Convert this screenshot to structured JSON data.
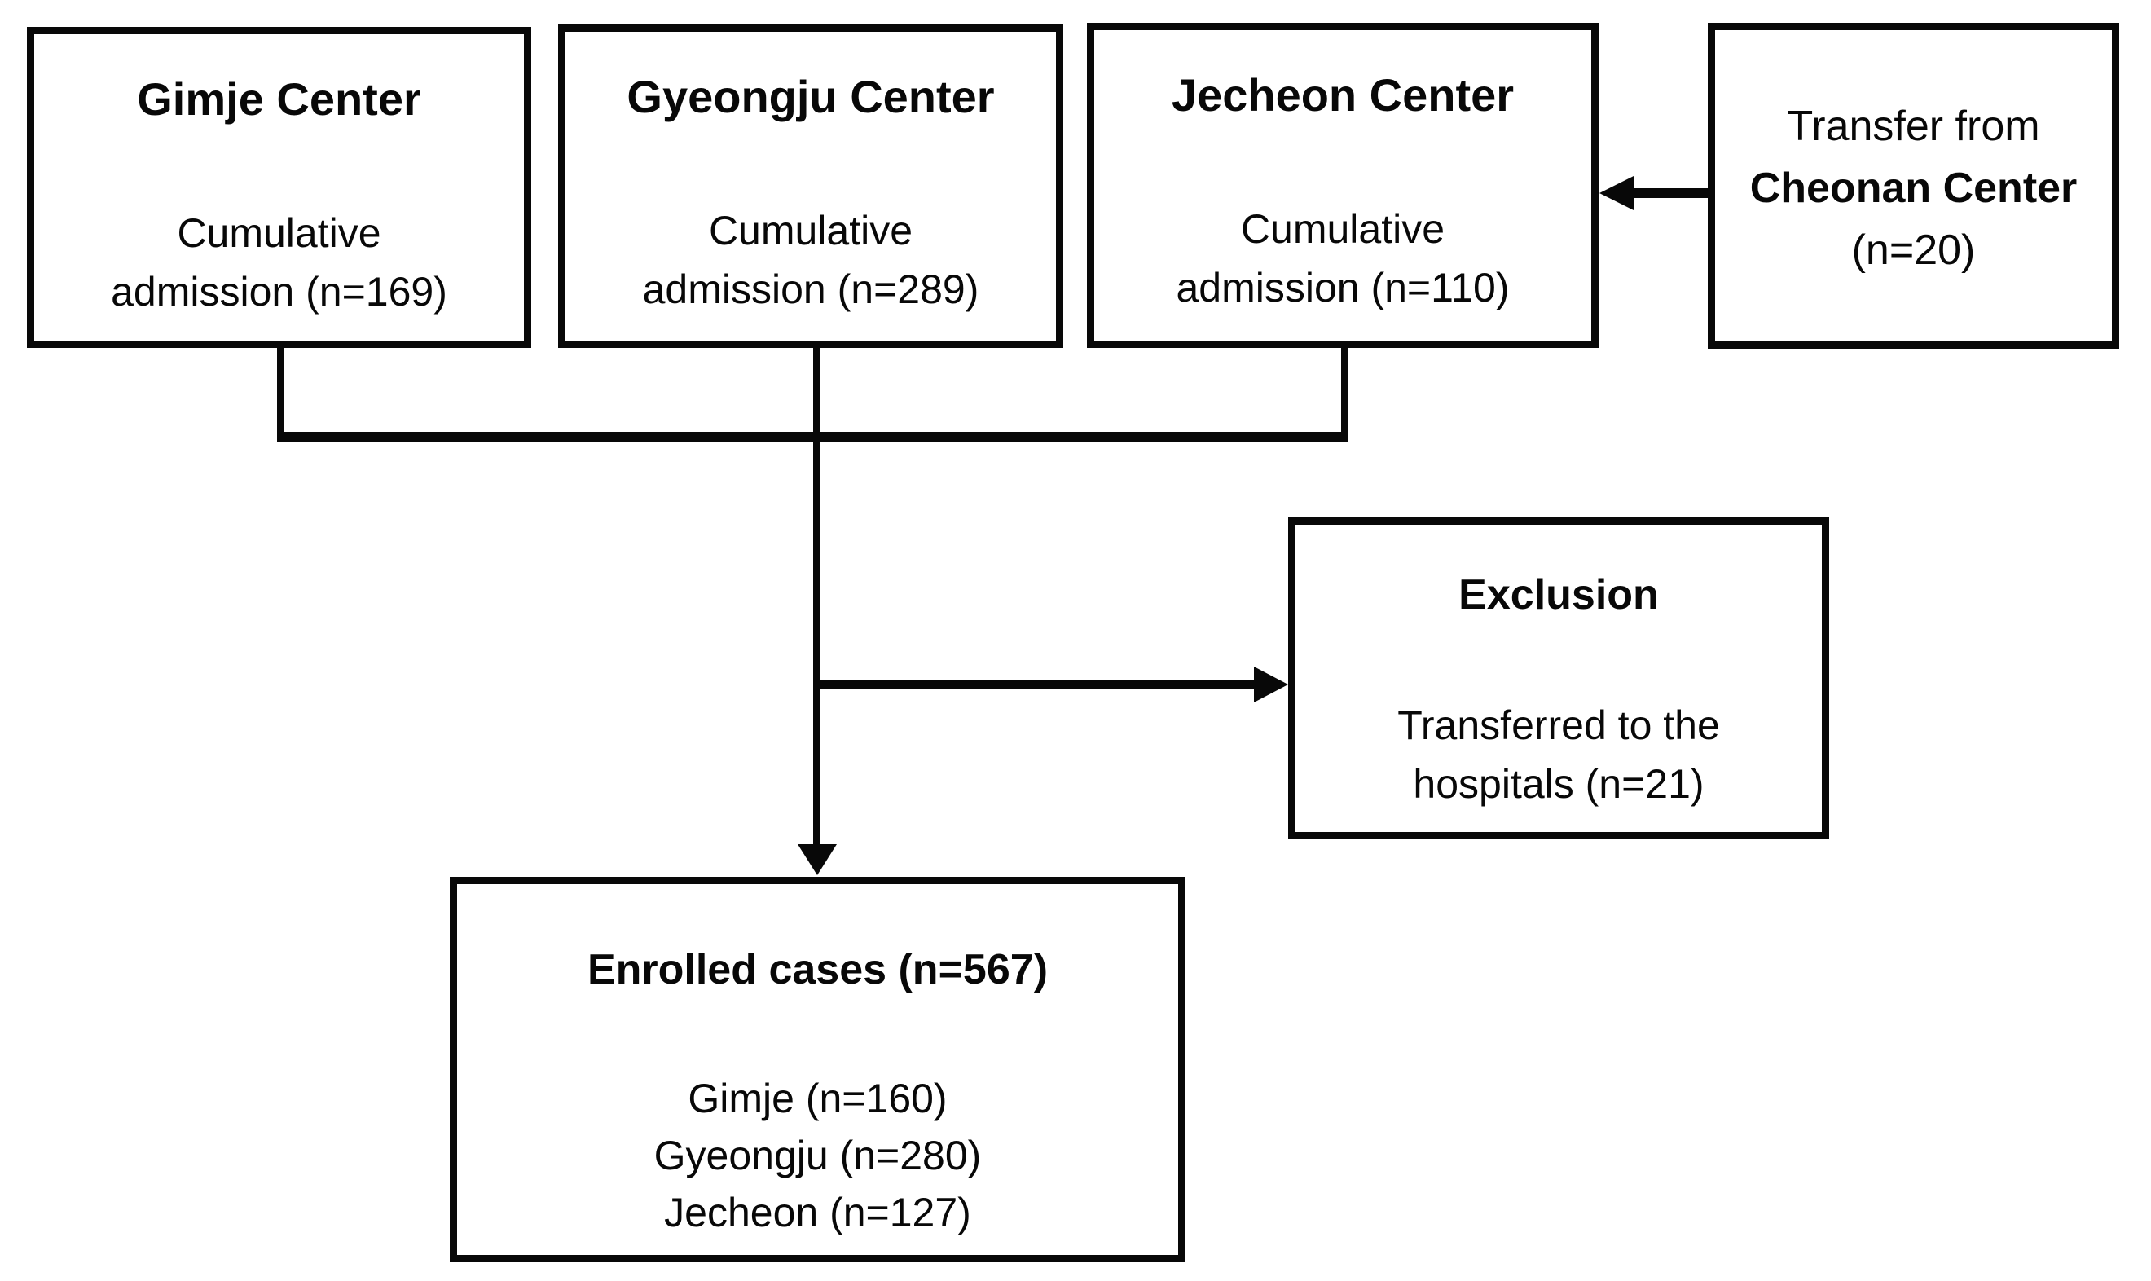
{
  "diagram": {
    "centers": [
      {
        "title": "Gimje Center",
        "line1": "Cumulative",
        "line2": "admission (n=169)"
      },
      {
        "title": "Gyeongju Center",
        "line1": "Cumulative",
        "line2": "admission (n=289)"
      },
      {
        "title": "Jecheon Center",
        "line1": "Cumulative",
        "line2": "admission (n=110)"
      }
    ],
    "transfer": {
      "line1": "Transfer from",
      "line2": "Cheonan Center",
      "line3": "(n=20)"
    },
    "exclusion": {
      "title": "Exclusion",
      "line1": "Transferred to the",
      "line2": "hospitals (n=21)"
    },
    "enrolled": {
      "title": "Enrolled cases (n=567)",
      "items": [
        "Gimje (n=160)",
        "Gyeongju (n=280)",
        "Jecheon (n=127)"
      ]
    }
  },
  "colors": {
    "ink": "#080808",
    "background": "#ffffff"
  }
}
